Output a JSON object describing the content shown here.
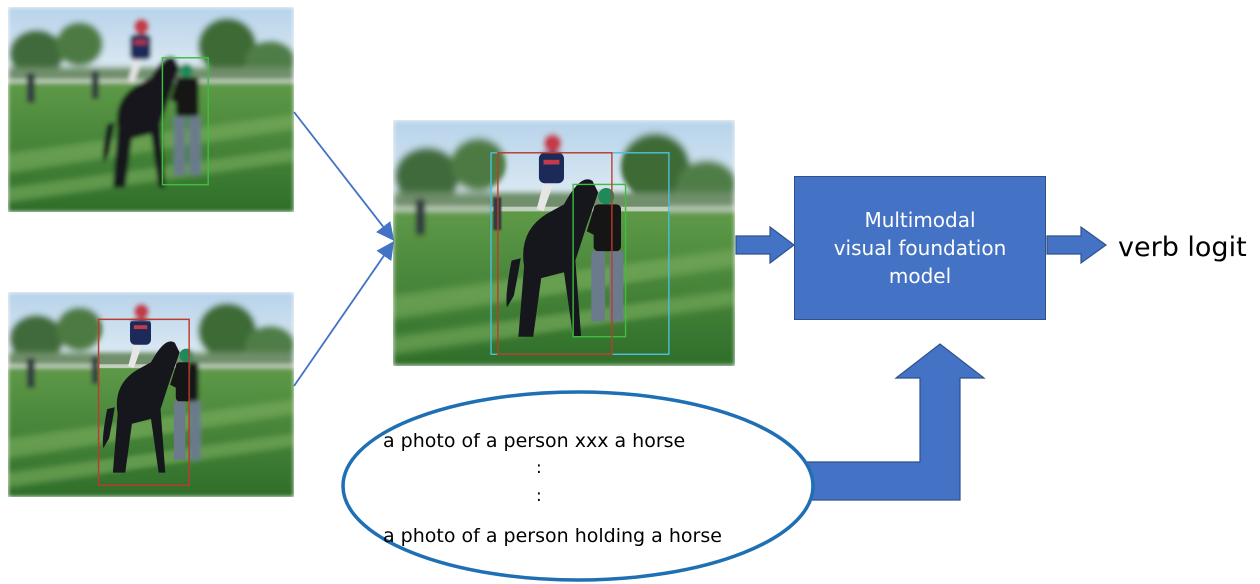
{
  "model_box": {
    "label": "Multimodal\nvisual foundation\nmodel",
    "fill": "#4472c4"
  },
  "output": {
    "label": "verb logit"
  },
  "prompts": {
    "first": "a photo of a person xxx a horse",
    "dots": [
      ":",
      ":"
    ],
    "last": "a photo of a person holding a horse"
  },
  "images": [
    {
      "role": "person-crop",
      "box_color": "#3fbf3f"
    },
    {
      "role": "horse-crop",
      "box_color": "#c0392b"
    },
    {
      "role": "union-crop",
      "box_colors": [
        "#4bc0e0",
        "#3fbf3f",
        "#c0392b"
      ]
    }
  ],
  "colors": {
    "arrow": "#4472c4",
    "ellipse": "#1f6fb4"
  }
}
